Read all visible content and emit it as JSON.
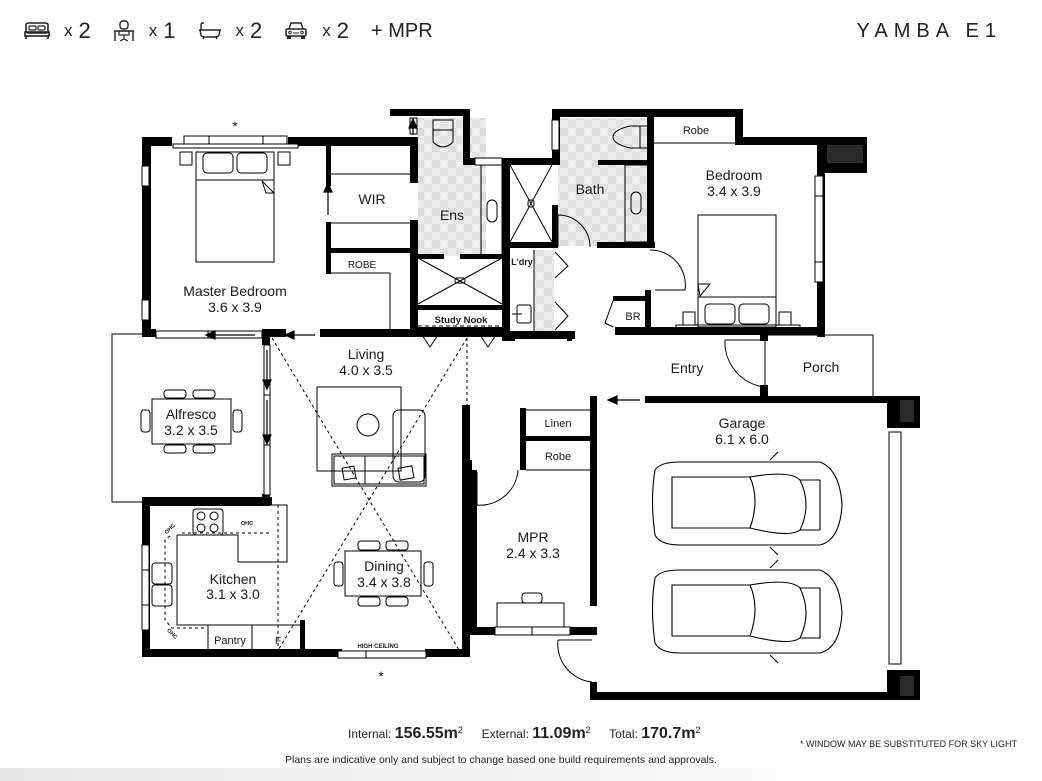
{
  "header": {
    "title": "YAMBA E1",
    "features": [
      {
        "icon": "bed-icon",
        "multiplier": "x",
        "count": "2"
      },
      {
        "icon": "study-desk-icon",
        "multiplier": "x",
        "count": "1"
      },
      {
        "icon": "bath-icon",
        "multiplier": "x",
        "count": "2"
      },
      {
        "icon": "car-icon",
        "multiplier": "x",
        "count": "2"
      }
    ],
    "extra": "+ MPR"
  },
  "rooms": {
    "master_bedroom": {
      "name": "Master Bedroom",
      "size": "3.6 x 3.9"
    },
    "wir": {
      "name": "WIR"
    },
    "robe_master": {
      "name": "ROBE"
    },
    "ensuite": {
      "name": "Ens"
    },
    "bath": {
      "name": "Bath"
    },
    "laundry": {
      "name": "L'dry"
    },
    "study_nook": {
      "name": "Study Nook"
    },
    "robe_bed2": {
      "name": "Robe"
    },
    "bedroom": {
      "name": "Bedroom",
      "size": "3.4 x 3.9"
    },
    "br": {
      "name": "BR"
    },
    "entry": {
      "name": "Entry"
    },
    "porch": {
      "name": "Porch"
    },
    "living": {
      "name": "Living",
      "size": "4.0 x 3.5"
    },
    "alfresco": {
      "name": "Alfresco",
      "size": "3.2 x 3.5"
    },
    "kitchen": {
      "name": "Kitchen",
      "size": "3.1 x 3.0"
    },
    "pantry": {
      "name": "Pantry"
    },
    "fridge": {
      "name": "F"
    },
    "ohc_1": {
      "name": "OHC"
    },
    "ohc_2": {
      "name": "OHC"
    },
    "ohc_3": {
      "name": "OHC"
    },
    "dining": {
      "name": "Dining",
      "size": "3.4 x 3.8"
    },
    "high_ceiling": {
      "name": "HIGH CEILING"
    },
    "linen": {
      "name": "Linen"
    },
    "robe_mpr": {
      "name": "Robe"
    },
    "mpr": {
      "name": "MPR",
      "size": "2.4 x 3.3"
    },
    "garage": {
      "name": "Garage",
      "size": "6.1 x 6.0"
    }
  },
  "markers": {
    "skylight_top": "*",
    "skylight_bottom": "*"
  },
  "footer": {
    "internal_label": "Internal:",
    "internal_value": "156.55m",
    "external_label": "External:",
    "external_value": "11.09m",
    "total_label": "Total:",
    "total_value": "170.7m",
    "unit_sup": "2",
    "disclaimer": "Plans are indicative only and subject to change based one build requirements and approvals.",
    "sky_note": "* WINDOW MAY BE SUBSTITUTED FOR SKY LIGHT"
  },
  "colors": {
    "wall": "#000000",
    "tile": "#e4e4e4",
    "text": "#1a1a1a",
    "background": "#ffffff"
  }
}
